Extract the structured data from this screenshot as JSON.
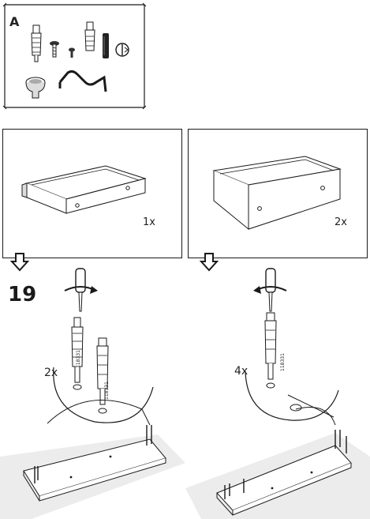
{
  "parts_box": {
    "label": "A"
  },
  "panels": [
    {
      "name": "drawer-small",
      "quantity": "1x"
    },
    {
      "name": "drawer-large",
      "quantity": "2x"
    }
  ],
  "step": {
    "number": "19"
  },
  "detail_left": {
    "multiplier": "2x",
    "part_code": "118331",
    "part_code_b": "118331"
  },
  "detail_right": {
    "multiplier": "4x",
    "part_code": "118331"
  },
  "colors": {
    "line": "#1a1a1a",
    "fill": "#ffffff",
    "shade": "#e6e6e6"
  }
}
